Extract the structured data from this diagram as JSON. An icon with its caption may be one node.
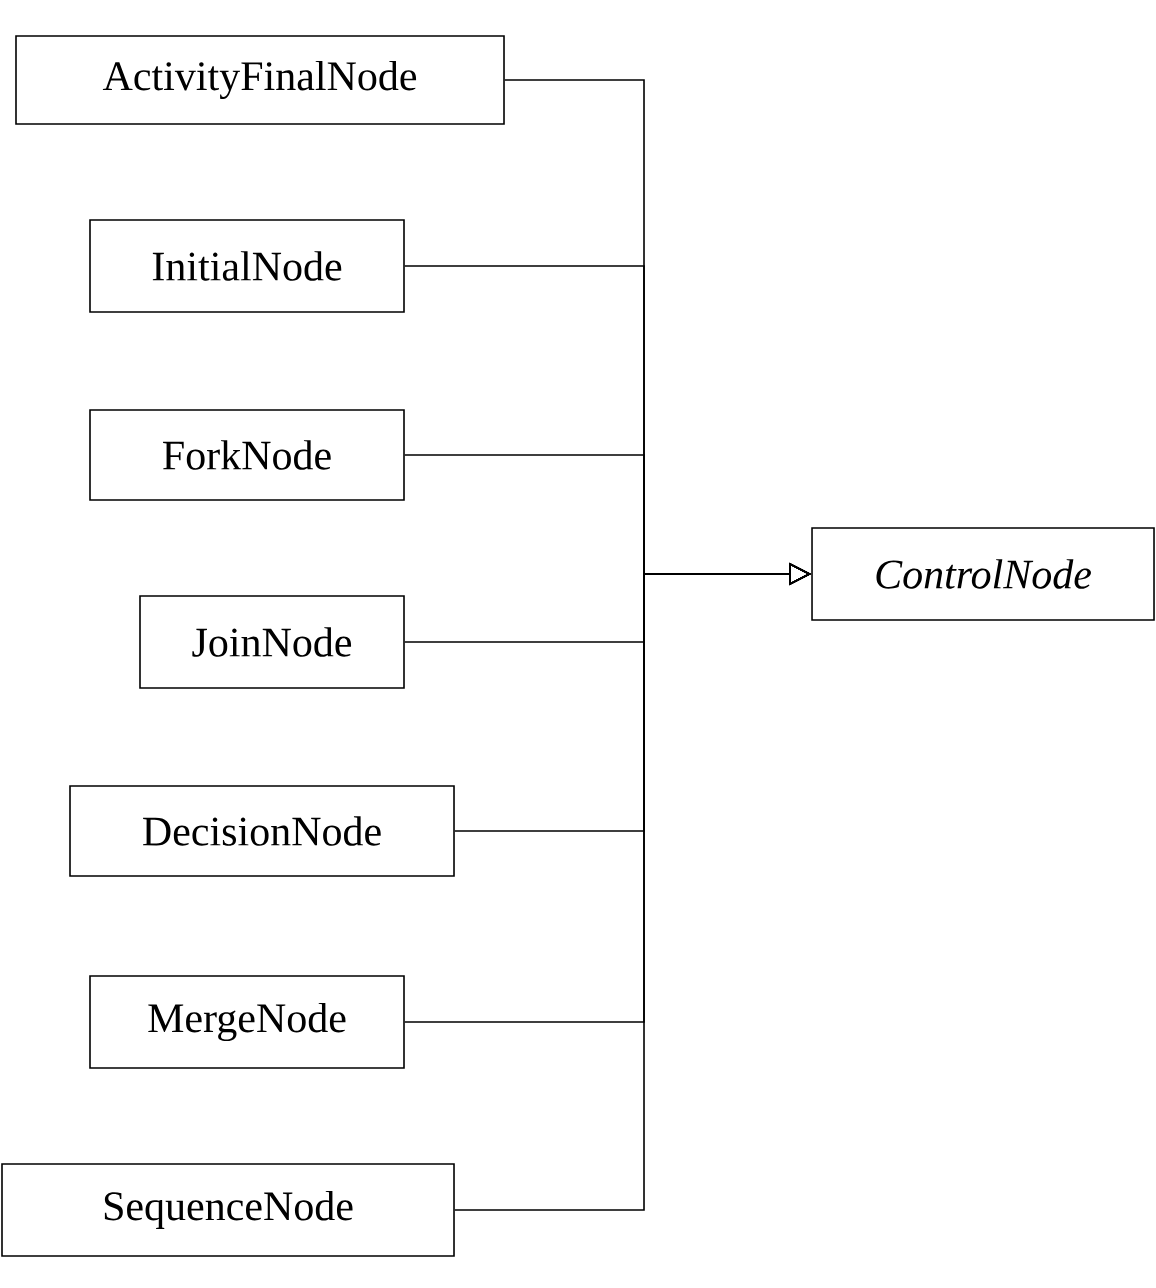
{
  "diagram": {
    "nodes": [
      {
        "text": [
          "ActivityFinalNode"
        ]
      },
      {
        "text": [
          "InitialNode"
        ]
      },
      {
        "text": [
          "ForkNode"
        ]
      },
      {
        "text": [
          "JoinNode"
        ]
      },
      {
        "text": [
          "DecisionNode"
        ]
      },
      {
        "text": [
          "MergeNode"
        ]
      },
      {
        "text": [
          "SequenceNode"
        ]
      },
      {
        "text": [
          "*ControlNode*"
        ]
      }
    ],
    "edges": [
      {
        "from": 0,
        "to": 7,
        "arrow": "to"
      },
      {
        "from": 1,
        "to": 7,
        "arrow": "to"
      },
      {
        "from": 2,
        "to": 7,
        "arrow": "to"
      },
      {
        "from": 3,
        "to": 7,
        "arrow": "to"
      },
      {
        "from": 4,
        "to": 7,
        "arrow": "to"
      },
      {
        "from": 5,
        "to": 7,
        "arrow": "to"
      },
      {
        "from": 6,
        "to": 7,
        "arrow": "to"
      }
    ]
  }
}
